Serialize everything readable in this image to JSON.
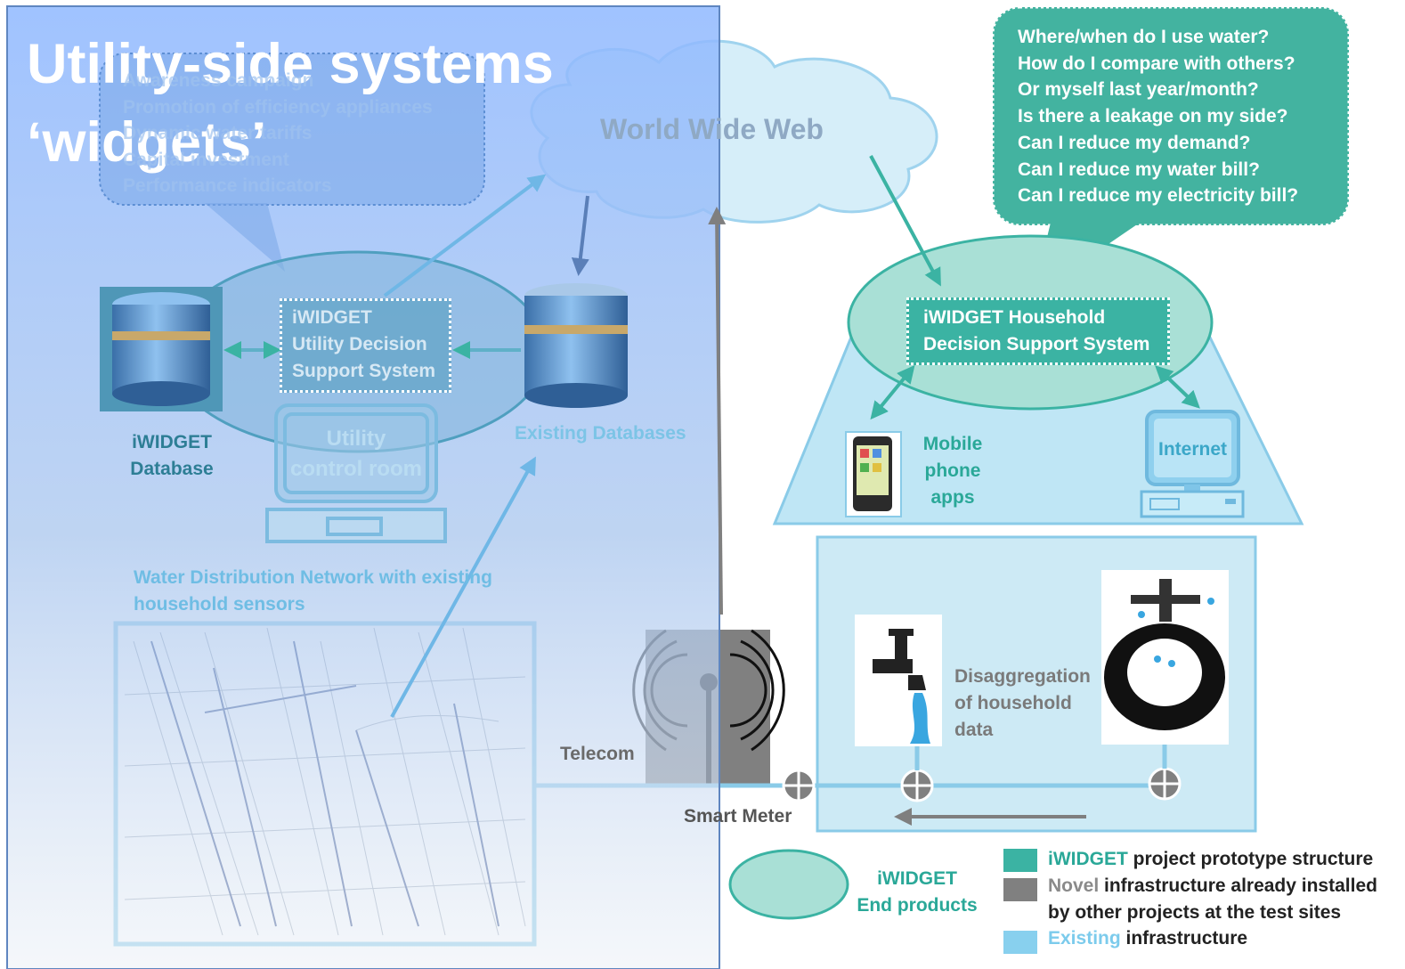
{
  "title": {
    "line1": "Utility-side systems",
    "line2": "‘widgets’"
  },
  "utility_bubble": [
    "Awareness campaign",
    "Promotion of efficiency appliances",
    "Dynamic water tariffs",
    "Capital investment",
    "Performance indicators"
  ],
  "cloud_label": "World Wide Web",
  "questions": [
    "Where/when do I use water?",
    "How do I compare with others?",
    "Or myself last year/month?",
    "Is there a leakage on my side?",
    "Can I reduce my demand?",
    "Can I reduce my water bill?",
    "Can I reduce my electricity bill?"
  ],
  "utility_dss": [
    "iWIDGET",
    "Utility Decision",
    "Support System"
  ],
  "household_dss": [
    "iWIDGET Household",
    "Decision Support System"
  ],
  "iwidget_db": [
    "iWIDGET",
    "Database"
  ],
  "existing_db": "Existing Databases",
  "control_room": [
    "Utility",
    "control room"
  ],
  "mobile": [
    "Mobile",
    "phone",
    "apps"
  ],
  "internet": "Internet",
  "network_label": [
    "Water Distribution Network with existing",
    "household  sensors"
  ],
  "telecom": "Telecom",
  "smart_meter": "Smart Meter",
  "disaggregation": [
    "Disaggregation",
    "of household",
    "data"
  ],
  "legend": {
    "end_products": [
      "iWIDGET",
      "End products"
    ],
    "items": [
      {
        "key": "iWIDGET",
        "rest": " project prototype  structure",
        "color": "#3bb3a3",
        "key_color": "#2aa898"
      },
      {
        "key": "Novel",
        "rest": " infrastructure already installed",
        "rest2": "by other projects at the test sites",
        "color": "#808080",
        "key_color": "#8a8a8a"
      },
      {
        "key": "Existing",
        "rest": " infrastructure",
        "color": "#88d0ee",
        "key_color": "#7ccbec"
      }
    ]
  },
  "colors": {
    "teal": "#3bb3a3",
    "teal_light": "#a9e0d6",
    "sky": "#bfe6f5",
    "sky_border": "#88cbe8",
    "overlay_top": "#9cc2ff",
    "overlay_bottom": "#e9eff6",
    "gray": "#808080"
  }
}
